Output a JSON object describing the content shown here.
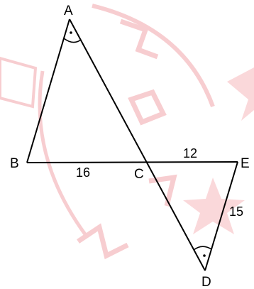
{
  "diagram": {
    "vertices": {
      "A": "A",
      "B": "B",
      "C": "C",
      "D": "D",
      "E": "E"
    },
    "lengths": {
      "BC": "16",
      "CE": "12",
      "ED": "15"
    },
    "right_angles": [
      "A",
      "D"
    ],
    "colors": {
      "line": "#000000",
      "watermark": "#e9545c"
    }
  }
}
